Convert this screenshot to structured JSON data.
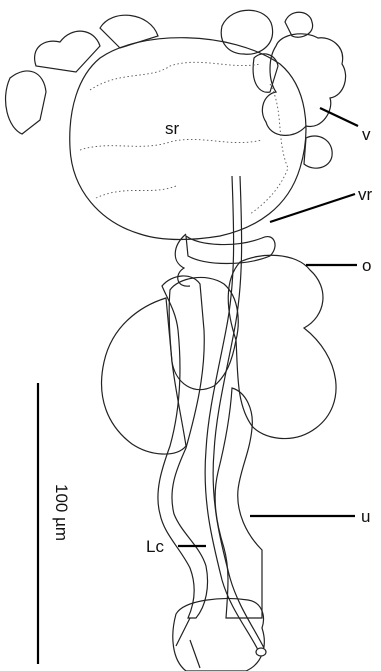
{
  "labels": {
    "v": "v",
    "sr": "sr",
    "vr": "vr",
    "o": "o",
    "u": "u",
    "lc": "Lc"
  },
  "scale_bar": {
    "text": "100 µm"
  },
  "colors": {
    "ink": "#222222",
    "stipple": "#888888",
    "background": "#ffffff"
  }
}
